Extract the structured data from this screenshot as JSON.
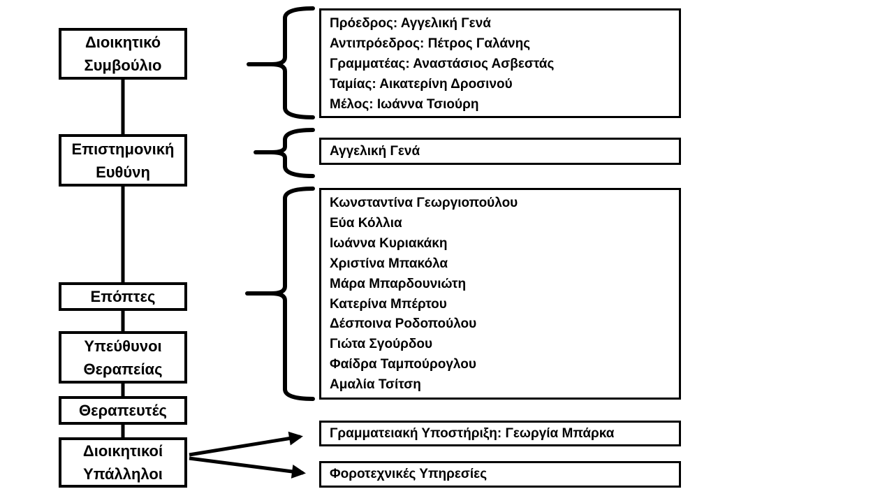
{
  "colors": {
    "ink": "#000000",
    "background": "#ffffff"
  },
  "org_chart": {
    "levels": [
      {
        "id": "board",
        "label": "Διοικητικό\nΣυμβούλιο"
      },
      {
        "id": "scientific-lead",
        "label": "Επιστημονική\nΕυθύνη"
      },
      {
        "id": "supervisors",
        "label": "Επόπτες"
      },
      {
        "id": "therapy-managers",
        "label": "Υπεύθυνοι\nΘεραπείας"
      },
      {
        "id": "therapists",
        "label": "Θεραπευτές"
      },
      {
        "id": "admin-staff",
        "label": "Διοικητικοί\nΥπάλληλοι"
      }
    ],
    "panels": {
      "board_members": {
        "lines": [
          "Πρόεδρος: Αγγελική Γενά",
          "Αντιπρόεδρος: Πέτρος Γαλάνης",
          "Γραμματέας: Αναστάσιος Ασβεστάς",
          "Ταμίας: Αικατερίνη Δροσινού",
          "Μέλος: Ιωάννα Τσιούρη"
        ]
      },
      "scientific_lead": {
        "lines": [
          "Αγγελική Γενά"
        ]
      },
      "supervisors_team": {
        "lines": [
          "Κωνσταντίνα Γεωργιοπούλου",
          "Εύα Κόλλια",
          "Ιωάννα Κυριακάκη",
          "Χριστίνα Μπακόλα",
          "Μάρα Μπαρδουνιώτη",
          "Κατερίνα Μπέρτου",
          "Δέσποινα Ροδοπούλου",
          "Γιώτα Σγούρδου",
          "Φαίδρα Ταμπούρογλου",
          "Αμαλία Τσίτση"
        ]
      },
      "secretariat": {
        "lines": [
          "Γραμματειακή Υποστήριξη: Γεωργία Μπάρκα"
        ]
      },
      "tax_services": {
        "lines": [
          "Φοροτεχνικές Υπηρεσίες"
        ]
      }
    }
  }
}
